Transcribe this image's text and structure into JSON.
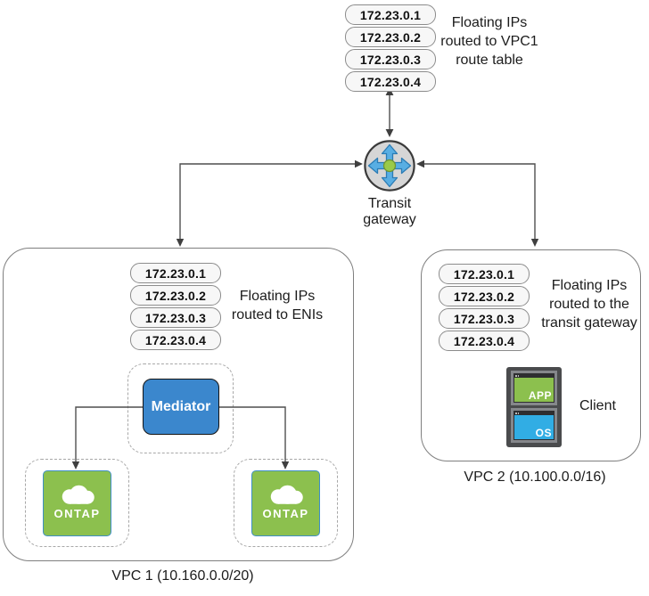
{
  "top_group": {
    "ips": [
      "172.23.0.1",
      "172.23.0.2",
      "172.23.0.3",
      "172.23.0.4"
    ],
    "caption": "Floating IPs\nrouted to VPC1\nroute table"
  },
  "transit_gateway": {
    "label": "Transit\ngateway"
  },
  "vpc1": {
    "label": "VPC 1 (10.160.0.0/20)",
    "ips": [
      "172.23.0.1",
      "172.23.0.2",
      "172.23.0.3",
      "172.23.0.4"
    ],
    "caption": "Floating IPs\nrouted to ENIs",
    "mediator_label": "Mediator",
    "ontap_label": "ONTAP"
  },
  "vpc2": {
    "label": "VPC 2 (10.100.0.0/16)",
    "ips": [
      "172.23.0.1",
      "172.23.0.2",
      "172.23.0.3",
      "172.23.0.4"
    ],
    "caption": "Floating IPs\nrouted to the\ntransit gateway",
    "client_label": "Client",
    "app_label": "APP",
    "os_label": "OS"
  },
  "icons": {
    "transit_gateway": "gray circle with four-way blue cross arrows and green center",
    "ontap": "white cloud on green square",
    "client": "stacked APP and OS application windows"
  },
  "colors": {
    "mediator_blue": "#3b87cd",
    "ontap_green": "#8cc04e",
    "client_os_blue": "#31ade4",
    "gateway_arrow_blue": "#58aee3",
    "gateway_center_green": "#9aca49",
    "gateway_circle_gray": "#d6d6d6",
    "connector_gray": "#4f4f4f",
    "pill_fill": "#f7f7f7"
  }
}
